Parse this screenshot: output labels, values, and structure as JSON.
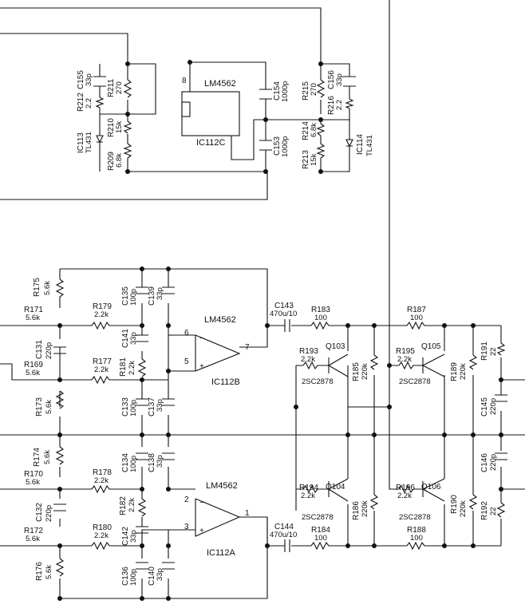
{
  "upper": {
    "ic_type": "LM4562",
    "ic_ref": "IC112C",
    "pin_v_plus": "8",
    "components": [
      {
        "ref": "C155",
        "value": "33p"
      },
      {
        "ref": "R211",
        "value": "270"
      },
      {
        "ref": "R212",
        "value": "2.2"
      },
      {
        "ref": "R210",
        "value": "15k"
      },
      {
        "ref": "R209",
        "value": "6.8k"
      },
      {
        "ref": "IC113",
        "value": "TL431"
      },
      {
        "ref": "C154",
        "value": "1000p"
      },
      {
        "ref": "C153",
        "value": "1000p"
      },
      {
        "ref": "R215",
        "value": "270"
      },
      {
        "ref": "C156",
        "value": "33p"
      },
      {
        "ref": "R216",
        "value": "2.2"
      },
      {
        "ref": "R214",
        "value": "6.8k"
      },
      {
        "ref": "R213",
        "value": "15k"
      },
      {
        "ref": "IC114",
        "value": "TL431"
      }
    ]
  },
  "opamp_b": {
    "type": "LM4562",
    "ref": "IC112B",
    "pin_inv": "6",
    "pin_noninv": "5",
    "pin_out": "7"
  },
  "opamp_a": {
    "type": "LM4562",
    "ref": "IC112A",
    "pin_inv": "2",
    "pin_noninv": "3",
    "pin_out": "1"
  },
  "lower": {
    "components": [
      {
        "ref": "R175",
        "value": "5.6k"
      },
      {
        "ref": "R171",
        "value": "5.6k"
      },
      {
        "ref": "R179",
        "value": "2.2k"
      },
      {
        "ref": "C135",
        "value": "100p"
      },
      {
        "ref": "C139",
        "value": "33p"
      },
      {
        "ref": "C141",
        "value": "33p"
      },
      {
        "ref": "C131",
        "value": "220p"
      },
      {
        "ref": "R169",
        "value": "5.6k"
      },
      {
        "ref": "R177",
        "value": "2.2k"
      },
      {
        "ref": "R181",
        "value": "2.2k"
      },
      {
        "ref": "R173",
        "value": "5.6k"
      },
      {
        "ref": "C133",
        "value": "100p"
      },
      {
        "ref": "C137",
        "value": "33p"
      },
      {
        "ref": "C143",
        "value": "470u/10"
      },
      {
        "ref": "R183",
        "value": "100"
      },
      {
        "ref": "R193",
        "value": "2.2k"
      },
      {
        "ref": "Q103",
        "value": "2SC2878"
      },
      {
        "ref": "R185",
        "value": "220k"
      },
      {
        "ref": "R187",
        "value": "100"
      },
      {
        "ref": "R195",
        "value": "2.2k"
      },
      {
        "ref": "Q105",
        "value": "2SC2878"
      },
      {
        "ref": "R189",
        "value": "220k"
      },
      {
        "ref": "R191",
        "value": "22"
      },
      {
        "ref": "C145",
        "value": "220p"
      },
      {
        "ref": "R174",
        "value": "5.6k"
      },
      {
        "ref": "R170",
        "value": "5.6k"
      },
      {
        "ref": "R178",
        "value": "2.2k"
      },
      {
        "ref": "C134",
        "value": "100p"
      },
      {
        "ref": "C138",
        "value": "33p"
      },
      {
        "ref": "C132",
        "value": "220p"
      },
      {
        "ref": "R182",
        "value": "2.2k"
      },
      {
        "ref": "R172",
        "value": "5.6k"
      },
      {
        "ref": "R180",
        "value": "2.2k"
      },
      {
        "ref": "C142",
        "value": "33p"
      },
      {
        "ref": "R176",
        "value": "5.6k"
      },
      {
        "ref": "C136",
        "value": "100p"
      },
      {
        "ref": "C140",
        "value": "33p"
      },
      {
        "ref": "C144",
        "value": "470u/10"
      },
      {
        "ref": "R184",
        "value": "100"
      },
      {
        "ref": "R194",
        "value": "2.2k"
      },
      {
        "ref": "Q104",
        "value": "2SC2878"
      },
      {
        "ref": "R186",
        "value": "220k"
      },
      {
        "ref": "R188",
        "value": "100"
      },
      {
        "ref": "R196",
        "value": "2.2k"
      },
      {
        "ref": "Q106",
        "value": "2SC2878"
      },
      {
        "ref": "R190",
        "value": "220k"
      },
      {
        "ref": "C146",
        "value": "220p"
      },
      {
        "ref": "R192",
        "value": "22"
      }
    ]
  }
}
